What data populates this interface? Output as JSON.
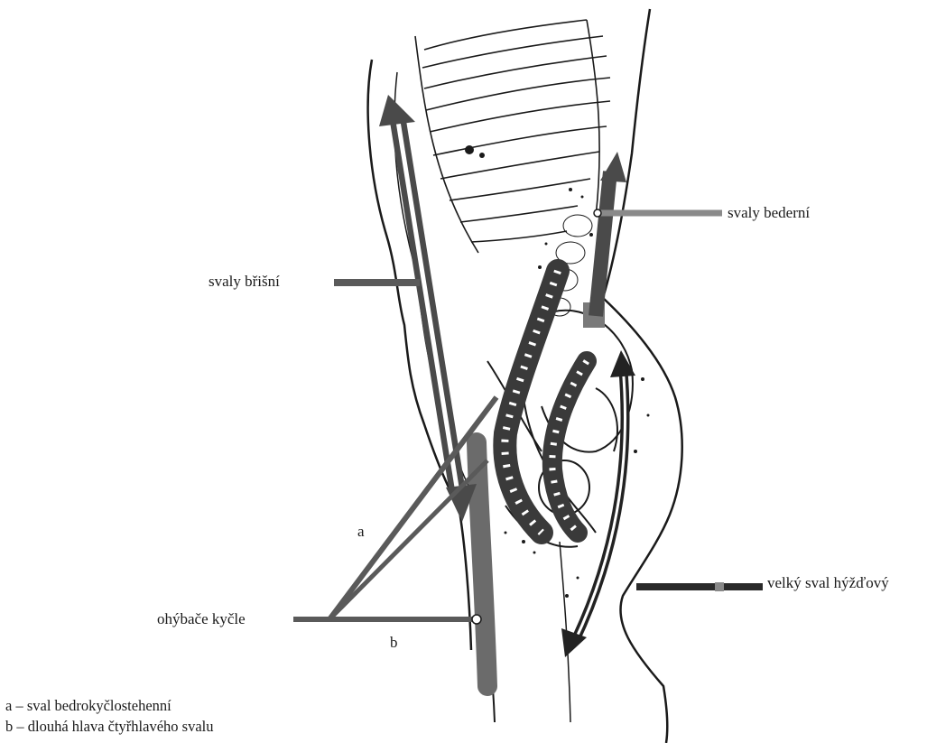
{
  "labels": {
    "lumbar": "svaly bederní",
    "abdominal": "svaly břišní",
    "gluteus": "velký sval hýžďový",
    "hip_flexors": "ohýbače kyčle",
    "a": "a",
    "b": "b"
  },
  "legend": [
    "a – sval bedrokyčlostehenní",
    "b – dlouhá hlava čtyřhlavého svalu"
  ],
  "colors": {
    "arrow_dark": "#4a4a4a",
    "arrow_red": "#6b6b6b",
    "line_ink": "#1a1a1a"
  }
}
